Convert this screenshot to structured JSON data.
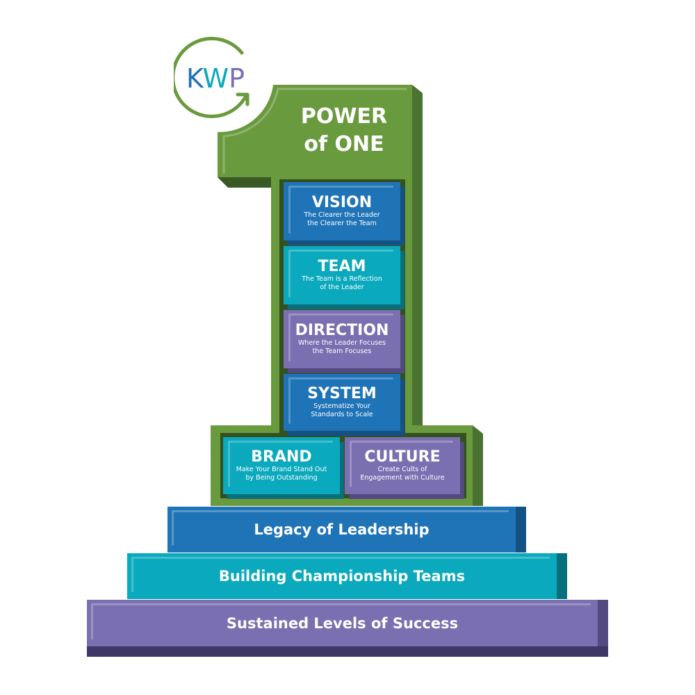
{
  "logo": {
    "text": "KWP",
    "letters": [
      "K",
      "W",
      "P"
    ],
    "colors": {
      "k": "#1f73b7",
      "w": "#0aa9bd",
      "p": "#7a6fb0",
      "ring": "#6a9a3e"
    }
  },
  "title": {
    "line1": "POWER",
    "line2": "of ONE"
  },
  "pillars": [
    {
      "title": "VISION",
      "line1": "The Clearer the Leader",
      "line2": "the Clearer the Team"
    },
    {
      "title": "TEAM",
      "line1": "The Team is a Reflection",
      "line2": "of the Leader"
    },
    {
      "title": "DIRECTION",
      "line1": "Where the Leader Focuses",
      "line2": "the Team Focuses"
    },
    {
      "title": "SYSTEM",
      "line1": "Systematize Your",
      "line2": "Standards to Scale"
    }
  ],
  "base_blocks": [
    {
      "title": "BRAND",
      "line1": "Make Your Brand Stand Out",
      "line2": "by Being Outstanding"
    },
    {
      "title": "CULTURE",
      "line1": "Create Cults of",
      "line2": "Engagement with Culture"
    }
  ],
  "steps": [
    "Legacy of Leadership",
    "Building Championship Teams",
    "Sustained Levels of Success"
  ],
  "colors": {
    "green": "#6a9a3e",
    "blue": "#1f73b7",
    "teal": "#0aa9bd",
    "purple": "#7a6fb0"
  }
}
